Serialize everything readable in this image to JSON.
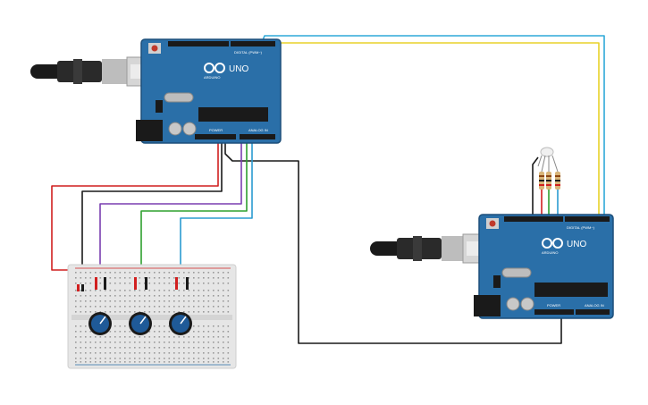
{
  "colors": {
    "board": "#2a6fa8",
    "board_dark": "#1d4f7a",
    "header": "#1a1a1a",
    "usb_metal": "#c8c8c8",
    "breadboard": "#e6e6e6",
    "knob": "#1f5a98",
    "wire_red": "#d11f1f",
    "wire_black": "#1a1a1a",
    "wire_purple": "#7a3fb0",
    "wire_green": "#2fa02f",
    "wire_blue": "#2a9bd0",
    "wire_yellow": "#e8d22a",
    "wire_cyan": "#2fa8d8"
  },
  "boards": [
    {
      "name": "arduino-uno-left",
      "logo_text": "UNO",
      "brand_text": "ARDUINO",
      "digital_label": "DIGITAL (PWM~)",
      "power_label": "POWER",
      "analog_label": "ANALOG IN"
    },
    {
      "name": "arduino-uno-right",
      "logo_text": "UNO",
      "brand_text": "ARDUINO",
      "digital_label": "DIGITAL (PWM~)",
      "power_label": "POWER",
      "analog_label": "ANALOG IN"
    }
  ],
  "components": {
    "potentiometers": 3,
    "resistors": 3,
    "rgb_led": 1,
    "usb_cables": 2
  }
}
